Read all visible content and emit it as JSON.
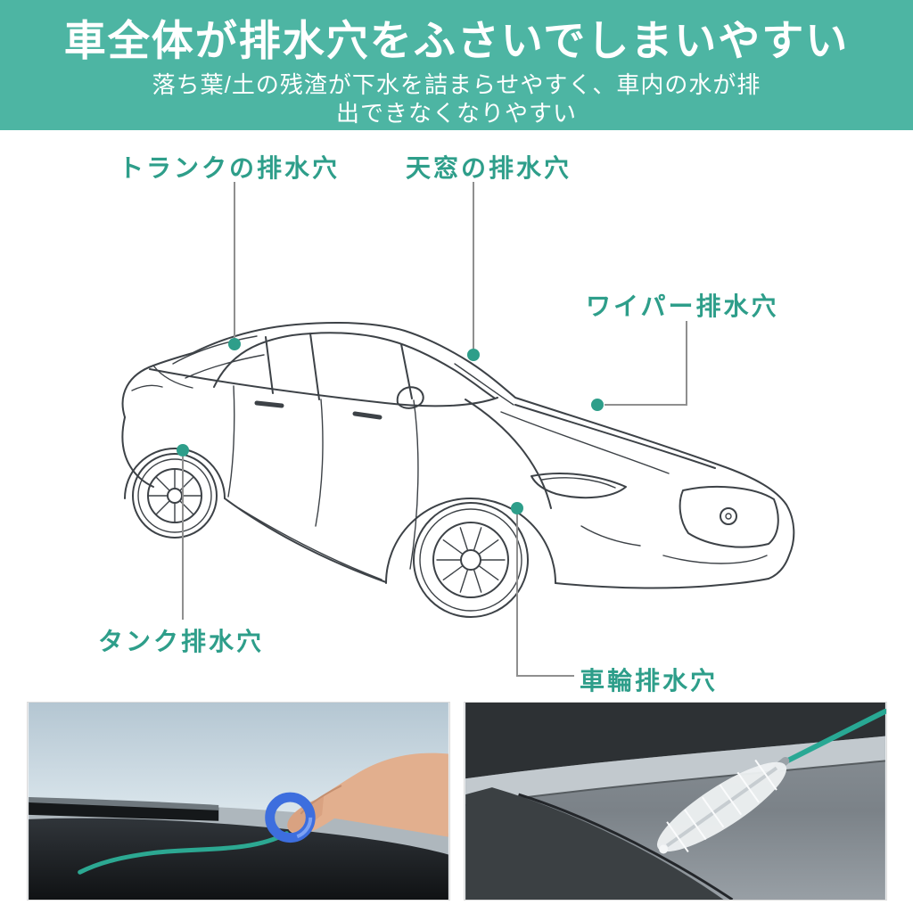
{
  "colors": {
    "header_bg": "#4db5a3",
    "accent": "#2e9e8a",
    "callout_line": "#8f8f8f",
    "car_line": "#3d4247"
  },
  "header": {
    "title": "車全体が排水穴をふさいでしまいやすい",
    "subtitle_line1": "落ち葉/土の残渣が下水を詰まらせやすく、車内の水が排",
    "subtitle_line2": "出できなくなりやすい"
  },
  "diagram": {
    "labels": {
      "trunk": "トランクの排水穴",
      "sunroof": "天窓の排水穴",
      "wiper": "ワイパー排水穴",
      "tank": "タンク排水穴",
      "wheel": "車輪排水穴"
    }
  }
}
